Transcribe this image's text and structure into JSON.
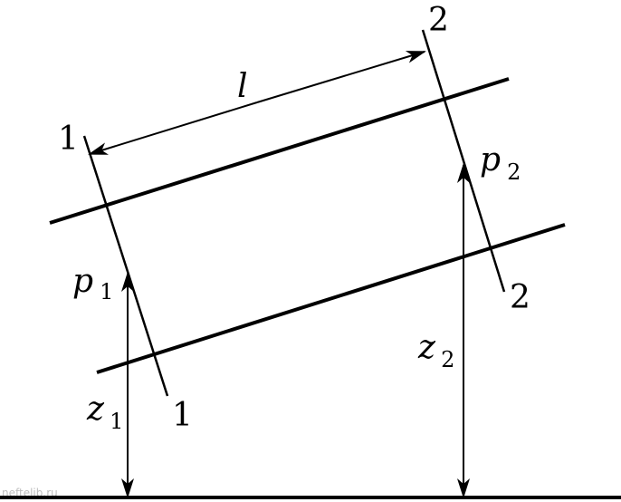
{
  "diagram": {
    "section_labels": {
      "sec1_top": "1",
      "sec1_bottom": "1",
      "sec2_top": "2",
      "sec2_bottom": "2"
    },
    "length_label": "l",
    "pressure_1": {
      "symbol": "p",
      "subscript": "1"
    },
    "pressure_2": {
      "symbol": "p",
      "subscript": "2"
    },
    "height_1": {
      "symbol": "z",
      "subscript": "1"
    },
    "height_2": {
      "symbol": "z",
      "subscript": "2"
    },
    "watermark": "neftelib.ru"
  }
}
